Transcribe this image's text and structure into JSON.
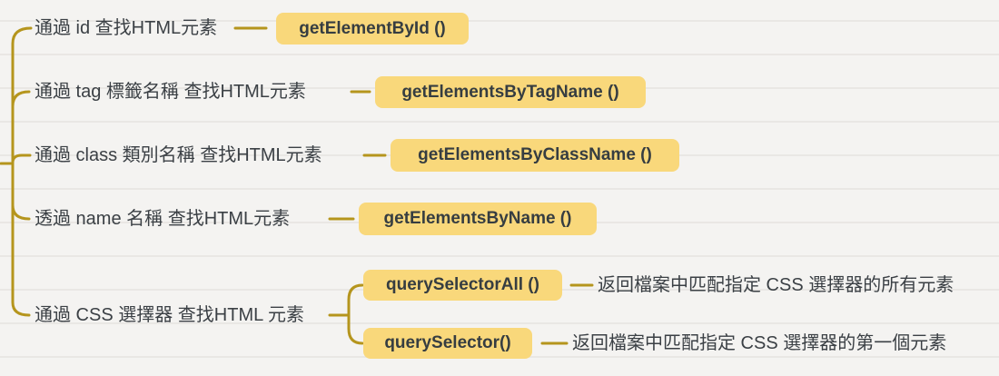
{
  "colors": {
    "background": "#f4f3f1",
    "paper_rule_line": "#e9e7e4",
    "connector": "#b5951d",
    "node_background": "#f9d87b",
    "text": "#3b4045"
  },
  "branches": [
    {
      "label": "通過 id 查找HTML元素",
      "method": "getElementById ()"
    },
    {
      "label": "通過 tag 標籤名稱 查找HTML元素",
      "method": "getElementsByTagName ()"
    },
    {
      "label": "通過 class 類別名稱 查找HTML元素",
      "method": "getElementsByClassName ()"
    },
    {
      "label": "透過 name 名稱 查找HTML元素",
      "method": "getElementsByName ()"
    },
    {
      "label": "通過 CSS 選擇器 查找HTML 元素",
      "children": [
        {
          "method": "querySelectorAll ()",
          "description": "返回檔案中匹配指定 CSS 選擇器的所有元素"
        },
        {
          "method": "querySelector()",
          "description": "返回檔案中匹配指定 CSS 選擇器的第一個元素"
        }
      ]
    }
  ]
}
